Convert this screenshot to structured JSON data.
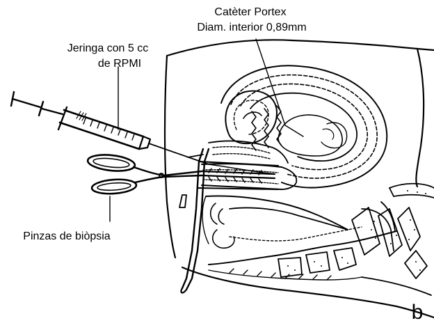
{
  "labels": {
    "catheter_line1": "Catèter Portex",
    "catheter_line2": "Diam. interior 0,89mm",
    "syringe_line1": "Jeringa con 5 cc",
    "syringe_line2": "de RPMI",
    "forceps": "Pinzas de biòpsia"
  },
  "panel_letter": "b"
}
